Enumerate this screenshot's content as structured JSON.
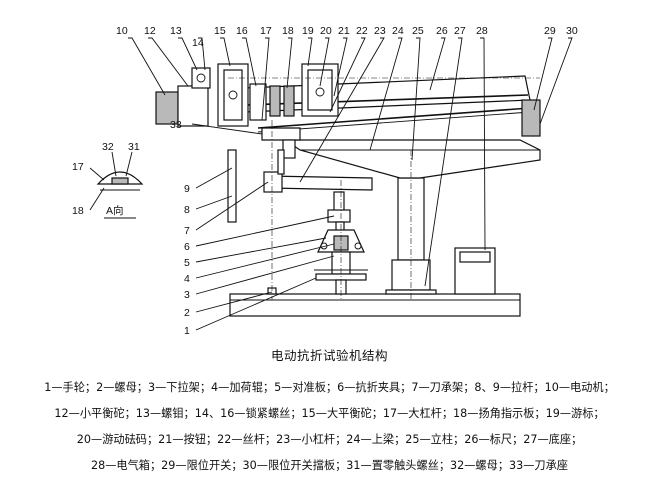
{
  "figure": {
    "callouts_top": [
      "10",
      "12",
      "13",
      "14",
      "15",
      "16",
      "17",
      "18",
      "19",
      "20",
      "21",
      "22",
      "23",
      "24",
      "25",
      "26",
      "27",
      "28",
      "29",
      "30"
    ],
    "callouts_left": [
      "9",
      "8",
      "7",
      "6",
      "5",
      "4",
      "3",
      "2",
      "1"
    ],
    "callout_33": "33",
    "detail_callouts": [
      "32",
      "31",
      "17",
      "18"
    ],
    "detail_label": "A向"
  },
  "caption": "电动抗折试验机结构",
  "legend": [
    "1—手轮；2—螺母；3—下拉架；4—加荷辊；5—对准板；6—抗折夹具；7—刀承架；8、9—拉杆；10—电动机；",
    "12—小平衡砣；13—螺钼；14、16—锁紧螺丝；15—大平衡砣；17—大杠杆；18—扬角指示板；19—游标；",
    "20—游动砝码；21—按钮；22—丝杆；23—小杠杆；24—上梁；25—立柱；26—标尺；27—底座；",
    "28—电气箱；29—限位开关；30—限位开关擋板；31—置零触头螺丝；32—螺母；33—刀承座"
  ]
}
